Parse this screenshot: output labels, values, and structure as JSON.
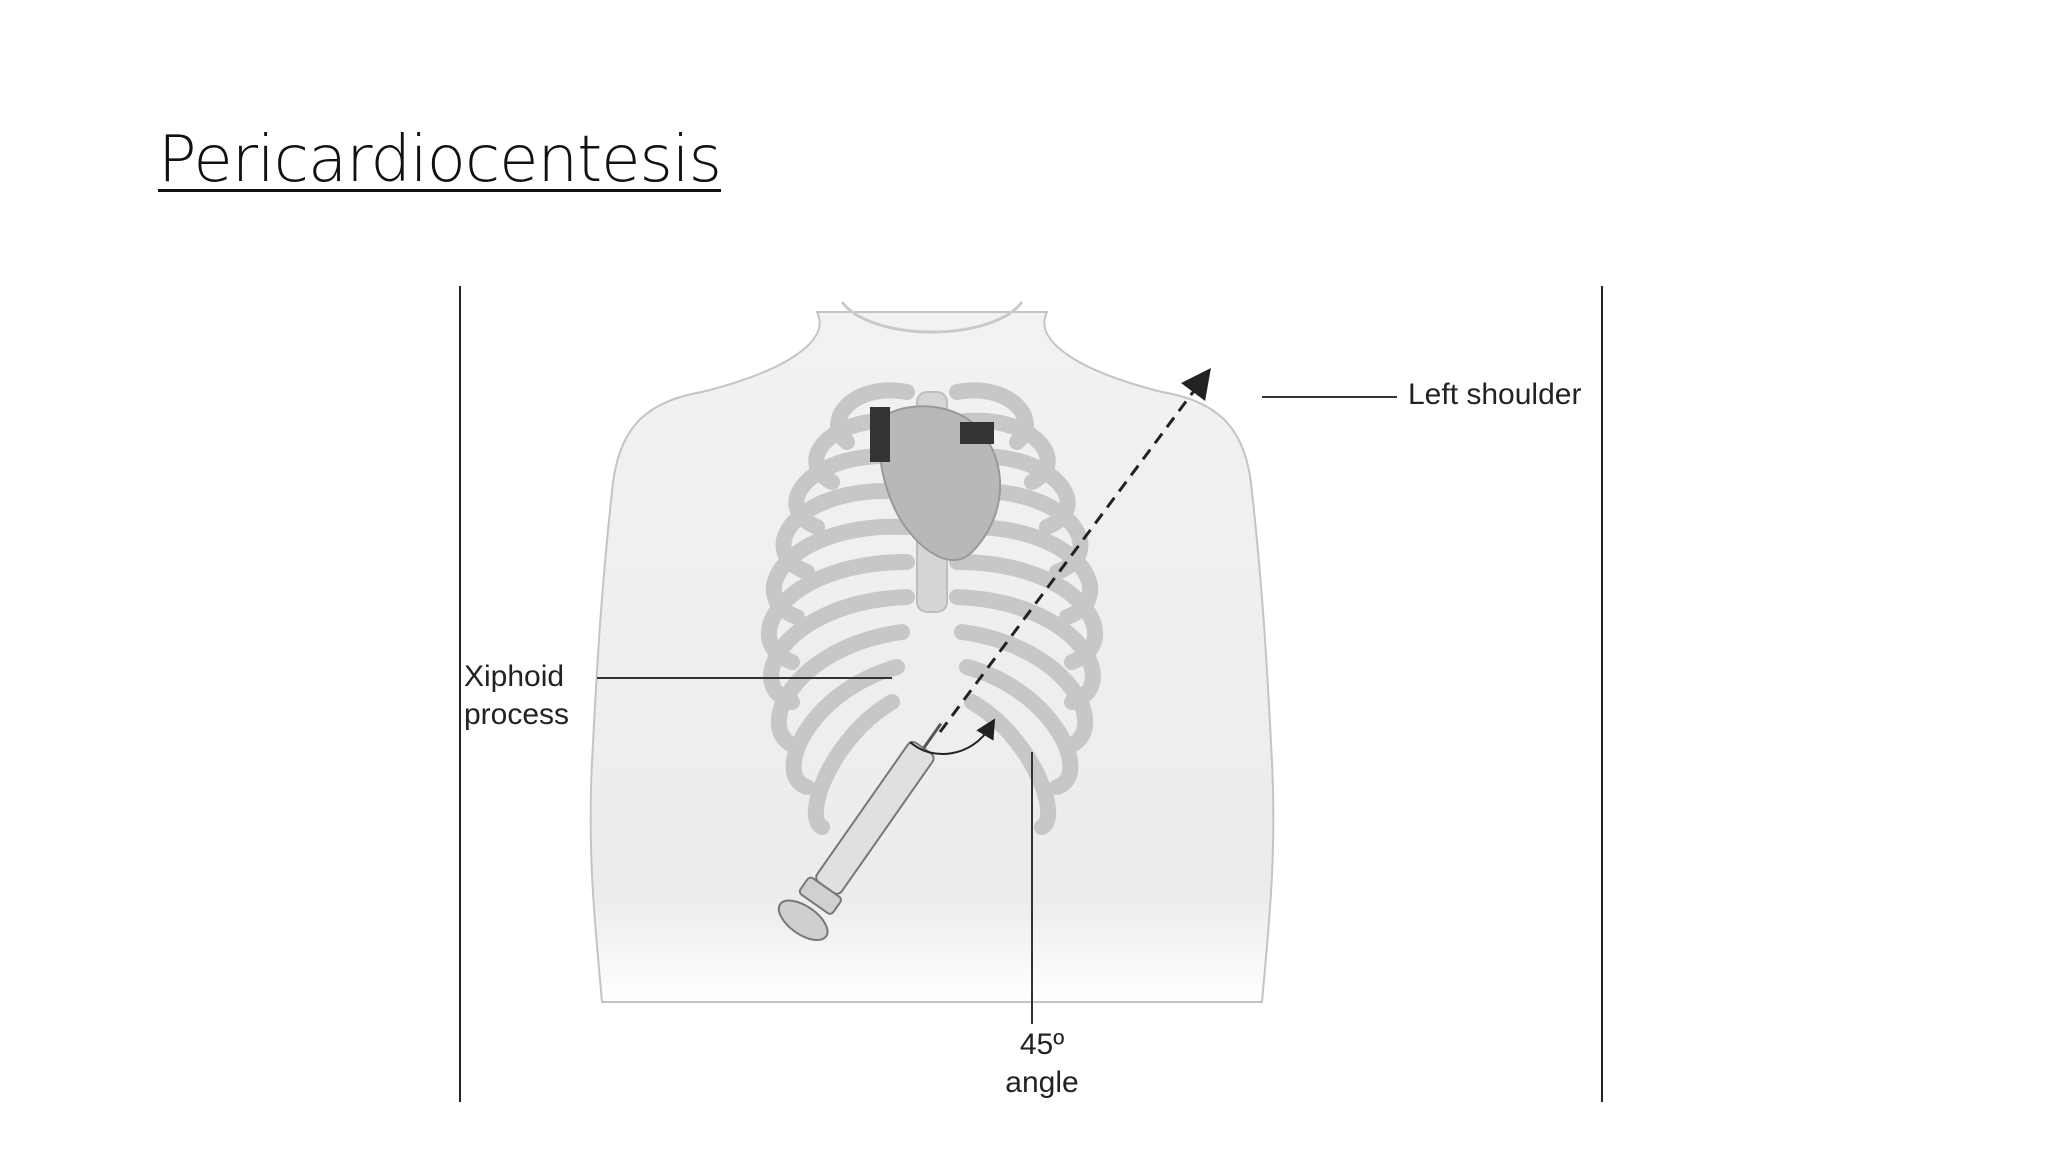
{
  "slide": {
    "title": "Pericardiocentesis"
  },
  "figure": {
    "labels": {
      "left_shoulder": "Left shoulder",
      "xiphoid_line1": "Xiphoid",
      "xiphoid_line2": "process",
      "angle_line1": "45º",
      "angle_line2": "angle"
    },
    "colors": {
      "body_fill": "#ececec",
      "rib_fill": "#c9c9c9",
      "line": "#333333",
      "outline": "#b5b5b5"
    }
  }
}
